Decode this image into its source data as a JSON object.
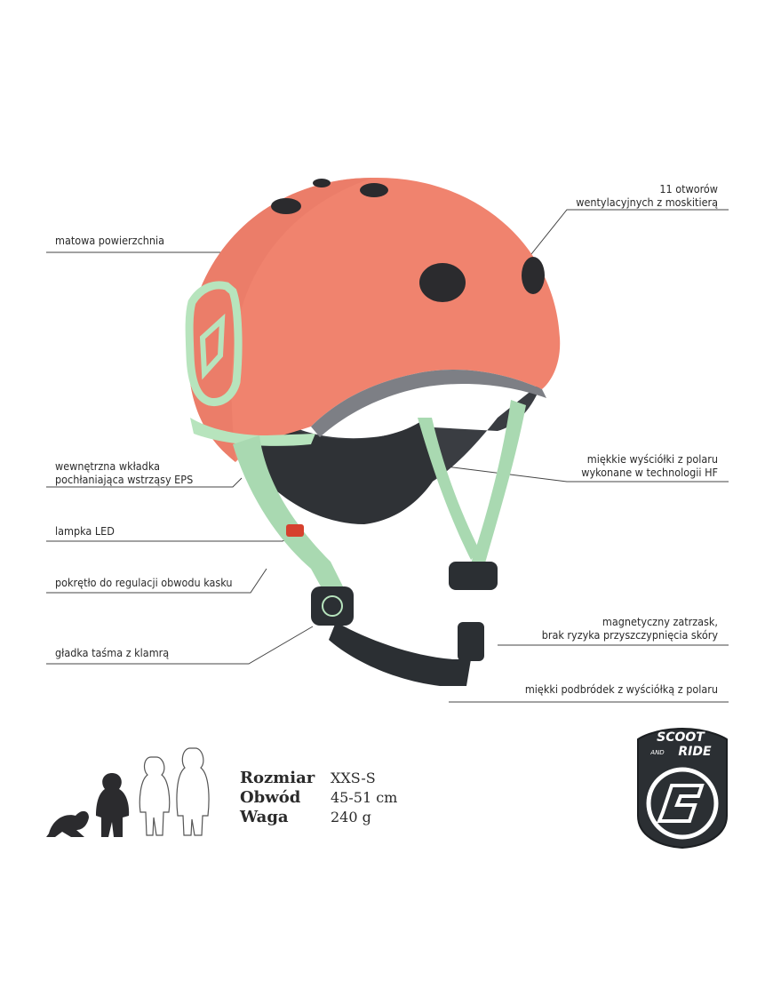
{
  "callouts": {
    "vents": [
      "11 otworów",
      "wentylacyjnych z moskitierą"
    ],
    "matte": "matowa powierzchnia",
    "eps": [
      "wewnętrzna wkładka",
      "pochłaniająca wstrząsy EPS"
    ],
    "padding": [
      "miękkie wyściółki z polaru",
      "wykonane w technologii HF"
    ],
    "led": "lampka LED",
    "dial": "pokrętło do regulacji obwodu kasku",
    "magnet": [
      "magnetyczny zatrzask,",
      "brak  ryzyka przyszczypnięcia skóry"
    ],
    "strap": "gładka taśma z klamrą",
    "chin": "miękki podbródek z wyściółką z polaru"
  },
  "specs": {
    "size_label": "Rozmiar",
    "size_value": "XXS-S",
    "circ_label": "Obwód",
    "circ_value": "45-51 cm",
    "weight_label": "Waga",
    "weight_value": "240 g"
  },
  "logo": {
    "line1": "SCOOT",
    "line2": "AND",
    "line3": "RIDE"
  },
  "colors": {
    "helmet": "#f0836e",
    "strap": "#a9d9b1",
    "accent": "#b7e4bd",
    "dark": "#2b2f33"
  }
}
